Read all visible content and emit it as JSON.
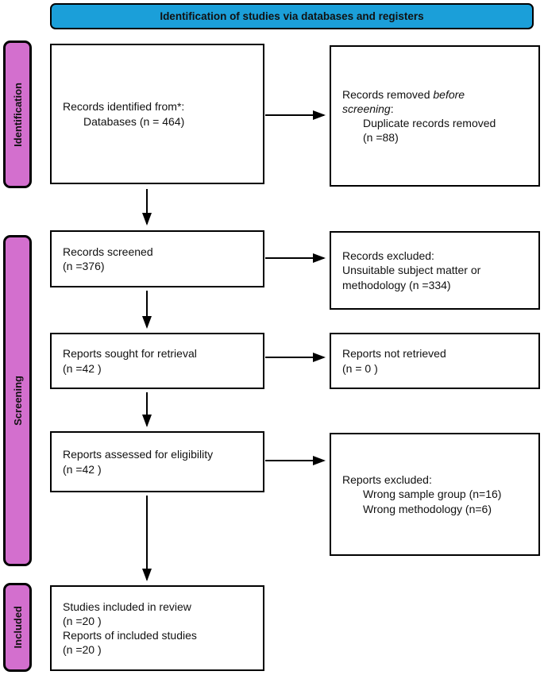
{
  "header": {
    "title": "Identification of studies via databases and registers"
  },
  "stages": [
    {
      "label": "Identification"
    },
    {
      "label": "Screening"
    },
    {
      "label": "Included"
    }
  ],
  "flow": {
    "records_identified": {
      "title": "Records identified from*:",
      "items": [
        "Databases (n = 464)"
      ]
    },
    "records_removed": {
      "title_prefix": "Records removed ",
      "title_italic": "before screening",
      "title_suffix": ":",
      "items": [
        "Duplicate records removed",
        "(n =88)"
      ]
    },
    "records_screened": {
      "lines": [
        "Records screened",
        "(n =376)"
      ]
    },
    "records_excluded": {
      "lines": [
        "Records excluded:",
        "Unsuitable subject matter or",
        "methodology (n =334)"
      ]
    },
    "reports_sought": {
      "lines": [
        "Reports sought for retrieval",
        "(n =42 )"
      ]
    },
    "reports_not_retrieved": {
      "lines": [
        "Reports not retrieved",
        "(n = 0 )"
      ]
    },
    "reports_assessed": {
      "lines": [
        "Reports assessed for eligibility",
        "(n =42 )"
      ]
    },
    "reports_excluded": {
      "title": "Reports excluded:",
      "items": [
        "Wrong sample group (n=16)",
        "Wrong methodology (n=6)"
      ]
    },
    "studies_included": {
      "lines": [
        "Studies included in review",
        "(n =20 )",
        "Reports of included studies",
        "(n =20 )"
      ]
    }
  },
  "colors": {
    "header_bg": "#1b9fd9",
    "stage_bg": "#d36fce",
    "line": "#000000",
    "box_bg": "#ffffff"
  }
}
